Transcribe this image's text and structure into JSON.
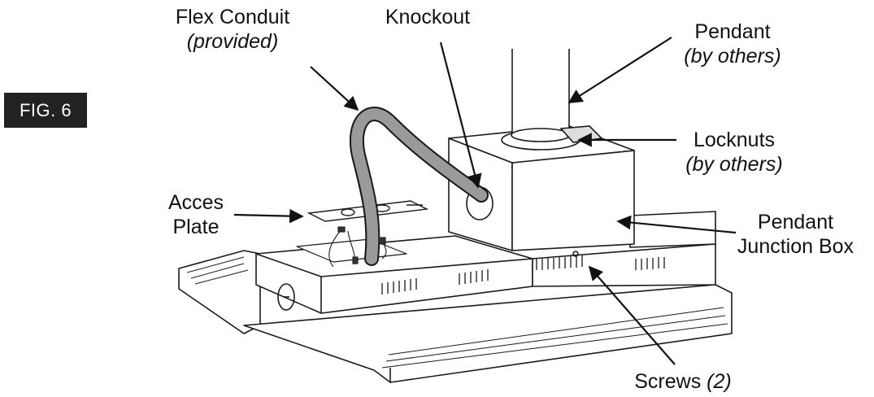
{
  "figure": {
    "badge": "FIG. 6"
  },
  "labels": {
    "flex_conduit": {
      "title": "Flex Conduit",
      "sub": "(provided)"
    },
    "knockout": {
      "title": "Knockout"
    },
    "pendant": {
      "title": "Pendant",
      "sub": "(by others)"
    },
    "locknuts": {
      "title": "Locknuts",
      "sub": "(by others)"
    },
    "access_plate": {
      "line1": "Acces",
      "line2": "Plate"
    },
    "junction_box": {
      "line1": "Pendant",
      "line2": "Junction Box"
    },
    "screws": {
      "title": "Screws",
      "count": "(2)"
    }
  },
  "colors": {
    "line": "#1a1a1a",
    "conduit": "#8a8a8a",
    "badge_bg": "#222222"
  }
}
